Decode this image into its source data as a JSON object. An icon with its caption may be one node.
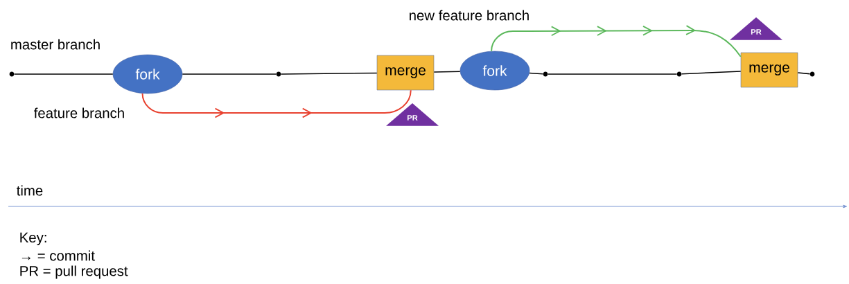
{
  "diagram": {
    "nodes": [
      {
        "text": [],
        "shape": "circle"
      },
      {
        "text": [
          "fork"
        ]
      },
      {
        "text": [],
        "shape": "circle"
      },
      {
        "text": [
          "merge"
        ]
      },
      {
        "text": [
          "fork"
        ]
      },
      {
        "text": [],
        "shape": "circle"
      },
      {
        "text": [],
        "shape": "circle"
      },
      {
        "text": [
          "merge"
        ]
      },
      {
        "text": [],
        "shape": "circle"
      },
      {
        "text": [
          "PR"
        ]
      },
      {
        "text": [
          "PR"
        ]
      }
    ],
    "edges": [
      {
        "from": 0,
        "to": 1,
        "arrow": "none"
      },
      {
        "from": 1,
        "to": 2,
        "arrow": "none"
      },
      {
        "from": 2,
        "to": 3,
        "arrow": "none"
      },
      {
        "from": 3,
        "to": 4,
        "arrow": "none"
      },
      {
        "from": 4,
        "to": 5,
        "arrow": "none"
      },
      {
        "from": 5,
        "to": 6,
        "arrow": "none"
      },
      {
        "from": 6,
        "to": 7,
        "arrow": "none"
      },
      {
        "from": 7,
        "to": 8,
        "arrow": "none"
      },
      {
        "from": 1,
        "to": 3,
        "arrow": "to",
        "color": "#e8412f"
      },
      {
        "from": 4,
        "to": 7,
        "arrow": "to",
        "color": "#5cb85c"
      }
    ],
    "labels": [
      "master branch",
      "feature branch",
      "new feature branch",
      "time",
      "Key:",
      "→ = commit",
      "PR = pull request"
    ]
  }
}
